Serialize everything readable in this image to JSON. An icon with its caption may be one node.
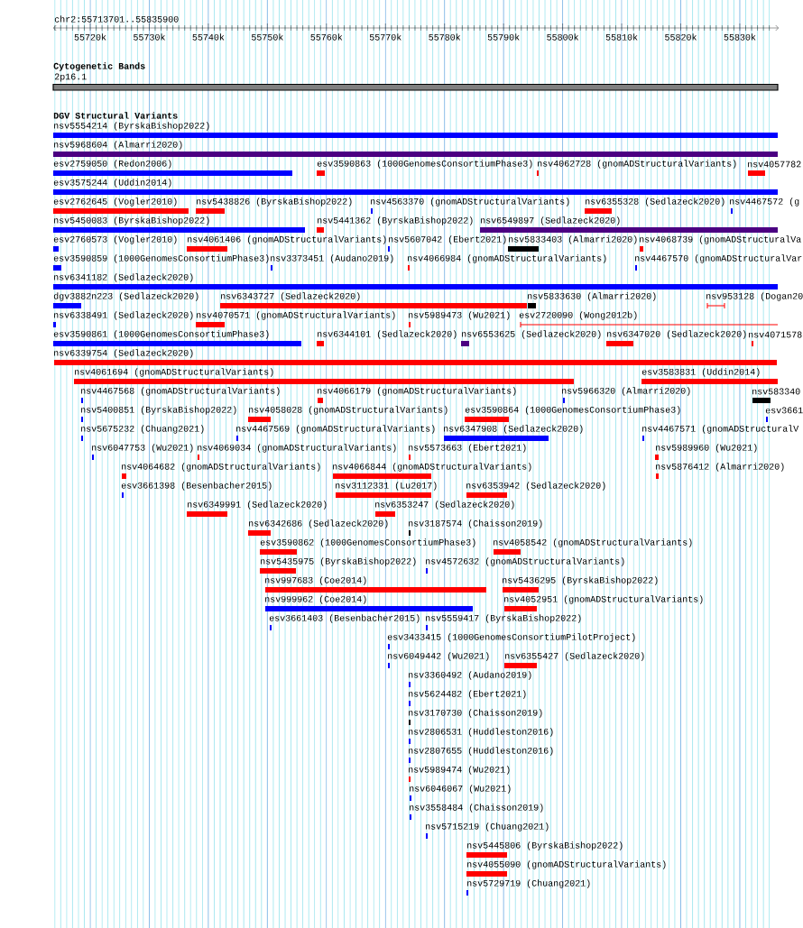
{
  "diagram": {
    "nodes": [
      {
        "text": [
          "2p16.1"
        ]
      },
      {
        "text": [
          "nsv5554214 (ByrskaBishop2022)"
        ]
      },
      {
        "text": [
          "nsv5968604 (Almarri2020)"
        ]
      },
      {
        "text": [
          "esv2759050 (Redon2006)"
        ]
      },
      {
        "text": [
          "esv3590863 (1000GenomesConsortiumPhase3)"
        ]
      },
      {
        "text": [
          "nsv4062728 (gnomADStructuralVariants)"
        ]
      },
      {
        "text": [
          "nsv4057782"
        ]
      },
      {
        "text": [
          "esv3575244 (Uddin2014)"
        ]
      },
      {
        "text": [
          "esv2762645 (Vogler2010)"
        ]
      },
      {
        "text": [
          "nsv5438826 (ByrskaBishop2022)"
        ]
      },
      {
        "text": [
          "nsv4563370 (gnomADStructuralVariants)"
        ]
      },
      {
        "text": [
          "nsv6355328 (Sedlazeck2020)"
        ]
      },
      {
        "text": [
          "nsv4467572 (g"
        ]
      },
      {
        "text": [
          "nsv5450083 (ByrskaBishop2022)"
        ]
      },
      {
        "text": [
          "nsv5441362 (ByrskaBishop2022)"
        ]
      },
      {
        "text": [
          "nsv6549897 (Sedlazeck2020)"
        ]
      },
      {
        "text": [
          "esv2760573 (Vogler2010)"
        ]
      },
      {
        "text": [
          "nsv4061406 (gnomADStructuralVariants)"
        ]
      },
      {
        "text": [
          "nsv5607042 (Ebert2021)"
        ]
      },
      {
        "text": [
          "nsv5833403 (Almarri2020)"
        ]
      },
      {
        "text": [
          "nsv4068739 (gnomADStructuralVa"
        ]
      },
      {
        "text": [
          "esv3590859 (1000GenomesConsortiumPhase3)"
        ]
      },
      {
        "text": [
          "nsv3373451 (Audano2019)"
        ]
      },
      {
        "text": [
          "nsv4066984 (gnomADStructuralVariants)"
        ]
      },
      {
        "text": [
          "nsv4467570 (gnomADStructuralVar"
        ]
      },
      {
        "text": [
          "nsv6341182 (Sedlazeck2020)"
        ]
      },
      {
        "text": [
          "dgv3882n223 (Sedlazeck2020)"
        ]
      },
      {
        "text": [
          "nsv6343727 (Sedlazeck2020)"
        ]
      },
      {
        "text": [
          "nsv5833630 (Almarri2020)"
        ]
      },
      {
        "text": [
          "nsv953128 (Dogan20"
        ]
      },
      {
        "text": [
          "nsv6338491 (Sedlazeck2020)"
        ]
      },
      {
        "text": [
          "nsv4070571 (gnomADStructuralVariants)"
        ]
      },
      {
        "text": [
          "nsv5989473 (Wu2021)"
        ]
      },
      {
        "text": [
          "esv2720090 (Wong2012b)"
        ]
      },
      {
        "text": [
          "esv3590861 (1000GenomesConsortiumPhase3)"
        ]
      },
      {
        "text": [
          "nsv6344101 (Sedlazeck2020)"
        ]
      },
      {
        "text": [
          "nsv6553625 (Sedlazeck2020)"
        ]
      },
      {
        "text": [
          "nsv6347020 (Sedlazeck2020)"
        ]
      },
      {
        "text": [
          "nsv4071578"
        ]
      },
      {
        "text": [
          "nsv6339754 (Sedlazeck2020)"
        ]
      },
      {
        "text": [
          "nsv4061694 (gnomADStructuralVariants)"
        ]
      },
      {
        "text": [
          "esv3583831 (Uddin2014)"
        ]
      },
      {
        "text": [
          "nsv4467568 (gnomADStructuralVariants)"
        ]
      },
      {
        "text": [
          "nsv4066179 (gnomADStructuralVariants)"
        ]
      },
      {
        "text": [
          "nsv5966320 (Almarri2020)"
        ]
      },
      {
        "text": [
          "nsv583340"
        ]
      },
      {
        "text": [
          "nsv5400851 (ByrskaBishop2022)"
        ]
      },
      {
        "text": [
          "nsv4058028 (gnomADStructuralVariants)"
        ]
      },
      {
        "text": [
          "esv3590864 (1000GenomesConsortiumPhase3)"
        ]
      },
      {
        "text": [
          "esv3661"
        ]
      },
      {
        "text": [
          "nsv5675232 (Chuang2021)"
        ]
      },
      {
        "text": [
          "nsv4467569 (gnomADStructuralVariants)"
        ]
      },
      {
        "text": [
          "nsv6347908 (Sedlazeck2020)"
        ]
      },
      {
        "text": [
          "nsv4467571 (gnomADStructuralV"
        ]
      },
      {
        "text": [
          "nsv6047753 (Wu2021)"
        ]
      },
      {
        "text": [
          "nsv4069034 (gnomADStructuralVariants)"
        ]
      },
      {
        "text": [
          "nsv5573663 (Ebert2021)"
        ]
      },
      {
        "text": [
          "nsv5989960 (Wu2021)"
        ]
      },
      {
        "text": [
          "nsv4064682 (gnomADStructuralVariants)"
        ]
      },
      {
        "text": [
          "nsv4066844 (gnomADStructuralVariants)"
        ]
      },
      {
        "text": [
          "nsv5876412 (Almarri2020)"
        ]
      },
      {
        "text": [
          "esv3661398 (Besenbacher2015)"
        ]
      },
      {
        "text": [
          "nsv3112331 (Lu2017)"
        ]
      },
      {
        "text": [
          "nsv6353942 (Sedlazeck2020)"
        ]
      },
      {
        "text": [
          "nsv6349991 (Sedlazeck2020)"
        ]
      },
      {
        "text": [
          "nsv6353247 (Sedlazeck2020)"
        ]
      },
      {
        "text": [
          "nsv6342686 (Sedlazeck2020)"
        ]
      },
      {
        "text": [
          "nsv3187574 (Chaisson2019)"
        ]
      },
      {
        "text": [
          "esv3590862 (1000GenomesConsortiumPhase3)"
        ]
      },
      {
        "text": [
          "nsv4058542 (gnomADStructuralVariants)"
        ]
      },
      {
        "text": [
          "nsv5435975 (ByrskaBishop2022)"
        ]
      },
      {
        "text": [
          "nsv4572632 (gnomADStructuralVariants)"
        ]
      },
      {
        "text": [
          "nsv997683 (Coe2014)"
        ]
      },
      {
        "text": [
          "nsv5436295 (ByrskaBishop2022)"
        ]
      },
      {
        "text": [
          "nsv999962 (Coe2014)"
        ]
      },
      {
        "text": [
          "nsv4052951 (gnomADStructuralVariants)"
        ]
      },
      {
        "text": [
          "esv3661403 (Besenbacher2015)"
        ]
      },
      {
        "text": [
          "nsv5559417 (ByrskaBishop2022)"
        ]
      },
      {
        "text": [
          "esv3433415 (1000GenomesConsortiumPilotProject)"
        ]
      },
      {
        "text": [
          "nsv6049442 (Wu2021)"
        ]
      },
      {
        "text": [
          "nsv6355427 (Sedlazeck2020)"
        ]
      },
      {
        "text": [
          "nsv3360492 (Audano2019)"
        ]
      },
      {
        "text": [
          "nsv5624482 (Ebert2021)"
        ]
      },
      {
        "text": [
          "nsv3170730 (Chaisson2019)"
        ]
      },
      {
        "text": [
          "nsv2806531 (Huddleston2016)"
        ]
      },
      {
        "text": [
          "nsv2807655 (Huddleston2016)"
        ]
      },
      {
        "text": [
          "nsv5989474 (Wu2021)"
        ]
      },
      {
        "text": [
          "nsv6046067 (Wu2021)"
        ]
      },
      {
        "text": [
          "nsv3558484 (Chaisson2019)"
        ]
      },
      {
        "text": [
          "nsv5715219 (Chuang2021)"
        ]
      },
      {
        "text": [
          "nsv5445806 (ByrskaBishop2022)"
        ]
      },
      {
        "text": [
          "nsv4055090 (gnomADStructuralVariants)"
        ]
      },
      {
        "text": [
          "nsv5729719 (Chuang2021)"
        ]
      }
    ],
    "labels": [
      "chr2:55713701..55835900",
      "55720k",
      "55730k",
      "55740k",
      "55750k",
      "55760k",
      "55770k",
      "55780k",
      "55790k",
      "55800k",
      "55810k",
      "55820k",
      "55830k",
      "Cytogenetic Bands",
      "DGV Structural Variants"
    ]
  }
}
